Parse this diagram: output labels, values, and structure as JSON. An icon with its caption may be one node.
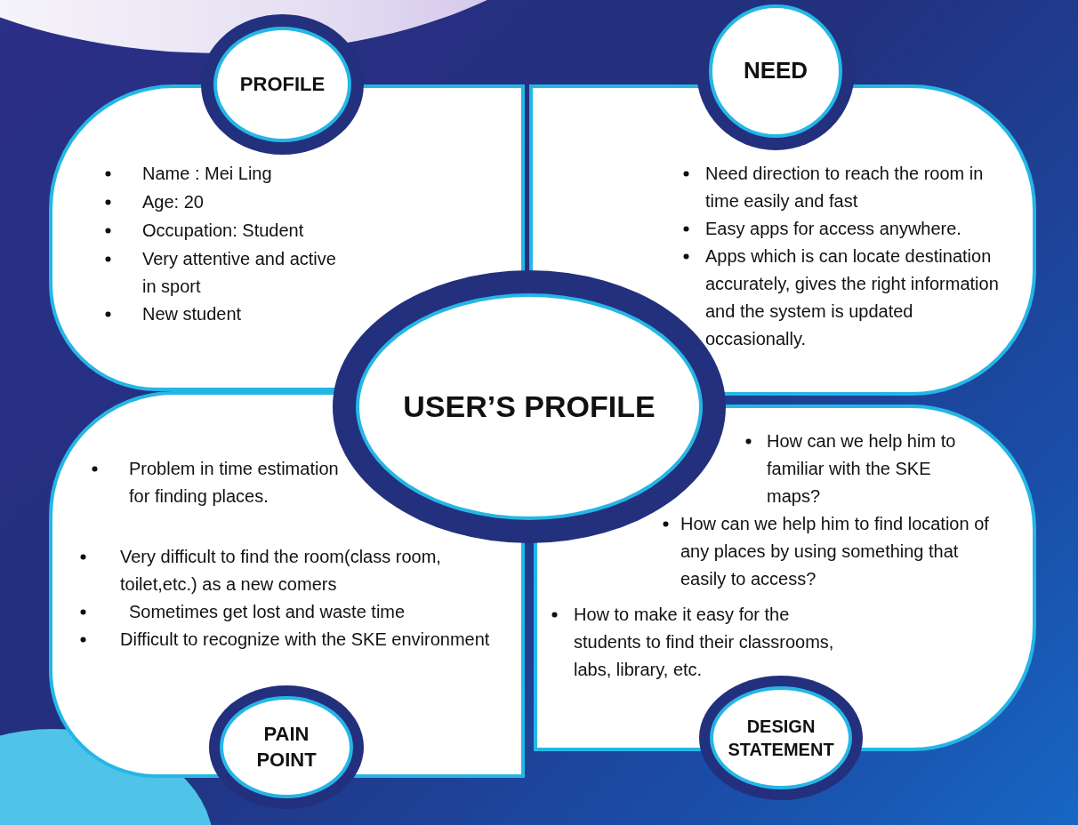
{
  "diagram": {
    "nodes": [
      {
        "text": [
          "PROFILE"
        ]
      },
      {
        "text": [
          "Name : Mei Ling",
          "Age: 20",
          "Occupation: Student",
          "Very attentive and active in sport",
          "New student"
        ]
      },
      {
        "text": [
          "NEED"
        ]
      },
      {
        "text": [
          "Need direction to reach the room in time easily and fast",
          "Easy apps for access anywhere.",
          "Apps which is can locate destination accurately, gives the right information and the system is updated occasionally."
        ]
      },
      {
        "text": [
          "USER’S PROFILE"
        ]
      },
      {
        "text": [
          "Problem in time estimation for finding places.",
          "Very difficult to find the room(class room, toilet,etc.) as a new comers",
          "Sometimes get lost and waste time",
          "Difficult to recognize with the SKE environment"
        ]
      },
      {
        "text": [
          "How can we help him to familiar with the SKE maps?",
          "How can we help him to find location of any places by using something that easily to access?",
          "How to make it easy for the students to find their classrooms, labs, library, etc."
        ]
      },
      {
        "text": [
          "PAIN POINT"
        ]
      },
      {
        "text": [
          "DESIGN STATEMENT"
        ]
      }
    ]
  }
}
